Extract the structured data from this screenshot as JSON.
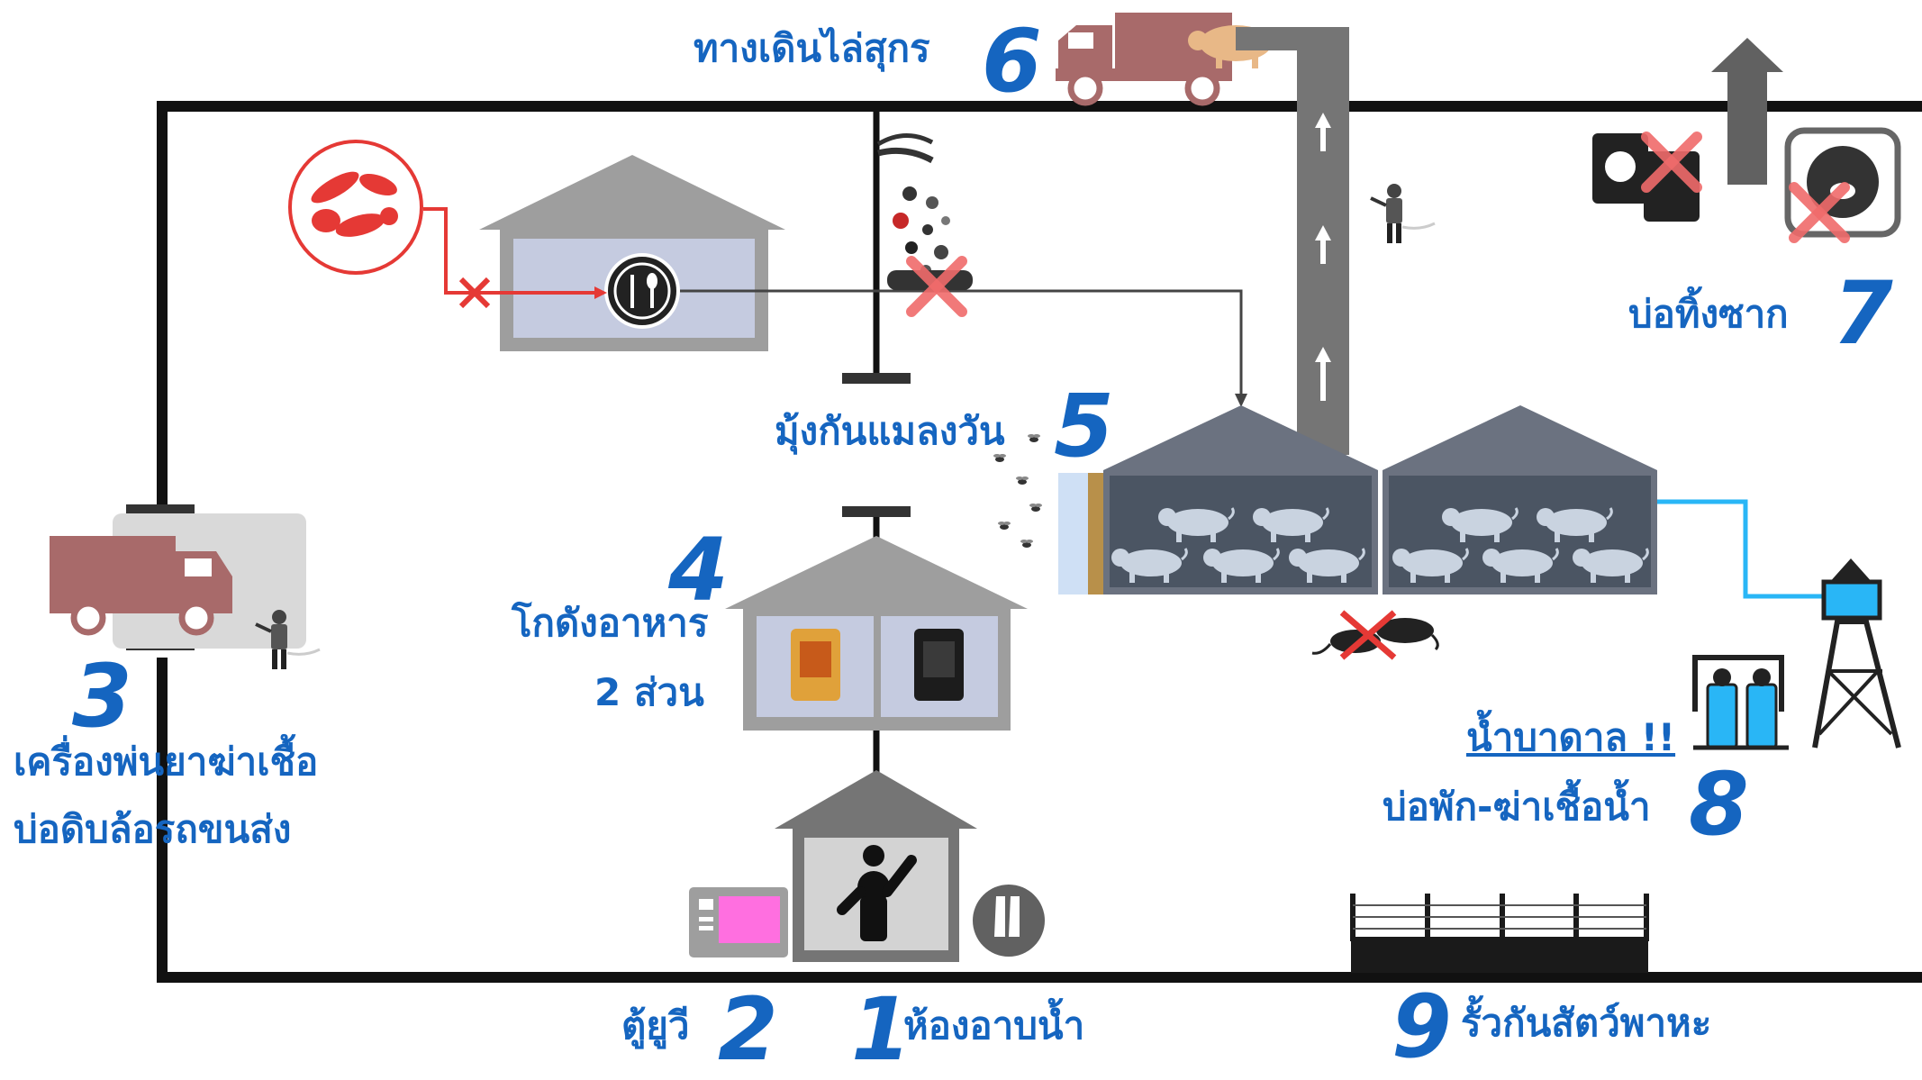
{
  "stations": [
    {
      "number": "1",
      "label": "ห้องอาบน้ำ"
    },
    {
      "number": "2",
      "label": "ตู้ยูวี"
    },
    {
      "number": "3",
      "label_line1": "เครื่องพ่นยาฆ่าเชื้อ",
      "label_line2": "บ่อดิบล้อรถขนส่ง"
    },
    {
      "number": "4",
      "label_line1": "โกดังอาหาร",
      "label_line2": "2 ส่วน"
    },
    {
      "number": "5",
      "label": "มุ้งกันแมลงวัน"
    },
    {
      "number": "6",
      "label": "ทางเดินไล่สุกร"
    },
    {
      "number": "7",
      "label": "บ่อทิ้งซาก"
    },
    {
      "number": "8",
      "label_line1": "น้ำบาดาล !!",
      "label_line2": "บ่อพัก-ฆ่าเชื้อน้ำ"
    },
    {
      "number": "9",
      "label": "รั้วกันสัตว์พาหะ"
    }
  ],
  "colors": {
    "label_blue": "#1565c0",
    "building_gray": "#9e9e9e",
    "barn_dark": "#6b7280",
    "truck_red": "#a86a6a",
    "warning_red": "#e53935",
    "water_blue": "#29b6f6",
    "wall_black": "#111111"
  },
  "icons": [
    "food-icon",
    "truck-icon",
    "pig-icon",
    "fly-icon",
    "rat-icon",
    "water-tower-icon",
    "shower-icon",
    "uv-cabinet-icon",
    "boot-icon",
    "sausage-icon",
    "fence-icon",
    "feed-sack-icon",
    "carcass-bag-icon",
    "sprayer-person-icon"
  ]
}
